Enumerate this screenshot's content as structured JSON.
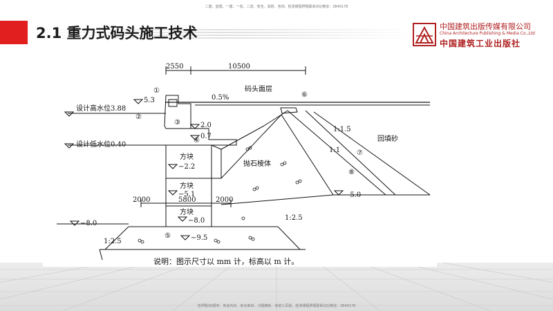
{
  "header": {
    "top_note": "二建、监理、一建、一造、二造、安全、消防、咨询、检测课程押题联系QQ/微信：3849178",
    "title": "2.1 重力式码头施工技术"
  },
  "logo": {
    "name_cn": "中国建筑出版传媒有限公司",
    "name_en": "China Architecture Publishing & Media Co.,Ltd",
    "name_cn2": "中国建筑工业出版社",
    "icon": "cabp-logo-icon"
  },
  "footer": {
    "bottom_note": "包押题/好顺序、夹会内训、考点串讲、习题精练、考前三页纸、检测课程押题联系QQ/微信：3849178"
  },
  "diagram": {
    "dims": {
      "d2550": "2550",
      "d10500": "10500",
      "d2000a": "2000",
      "d5800": "5800",
      "d2000b": "2000"
    },
    "labels": {
      "surface": "码头面层",
      "slope05": "0.5%",
      "design_high": "设计高水位3.88",
      "design_low": "设计低水位0.40",
      "backfill": "回填砂",
      "rubble": "抛石棱体",
      "block1": "方块",
      "block2": "方块",
      "block3": "方块",
      "slope1": "1:1.5",
      "slope2": "1:1",
      "slope3": "1:2.5",
      "slope4": "1:2.5"
    },
    "elevations": {
      "e53": "5.3",
      "e20": "2.0",
      "e07": "0.7",
      "em22": "−2.2",
      "em51": "−5.1",
      "em80": "−8.0",
      "em95": "−9.5",
      "em80l": "−8.0",
      "em50": "−5.0"
    },
    "markers": {
      "m1": "①",
      "m2": "②",
      "m3": "③",
      "m4": "④",
      "m5": "⑤",
      "m6": "⑥",
      "m7": "⑦",
      "m8": "⑧"
    },
    "note": "说明：图示尺寸以 mm 计，标高以 m 计。"
  },
  "colors": {
    "accent": "#e11f1f",
    "logo": "#b01e1e"
  }
}
